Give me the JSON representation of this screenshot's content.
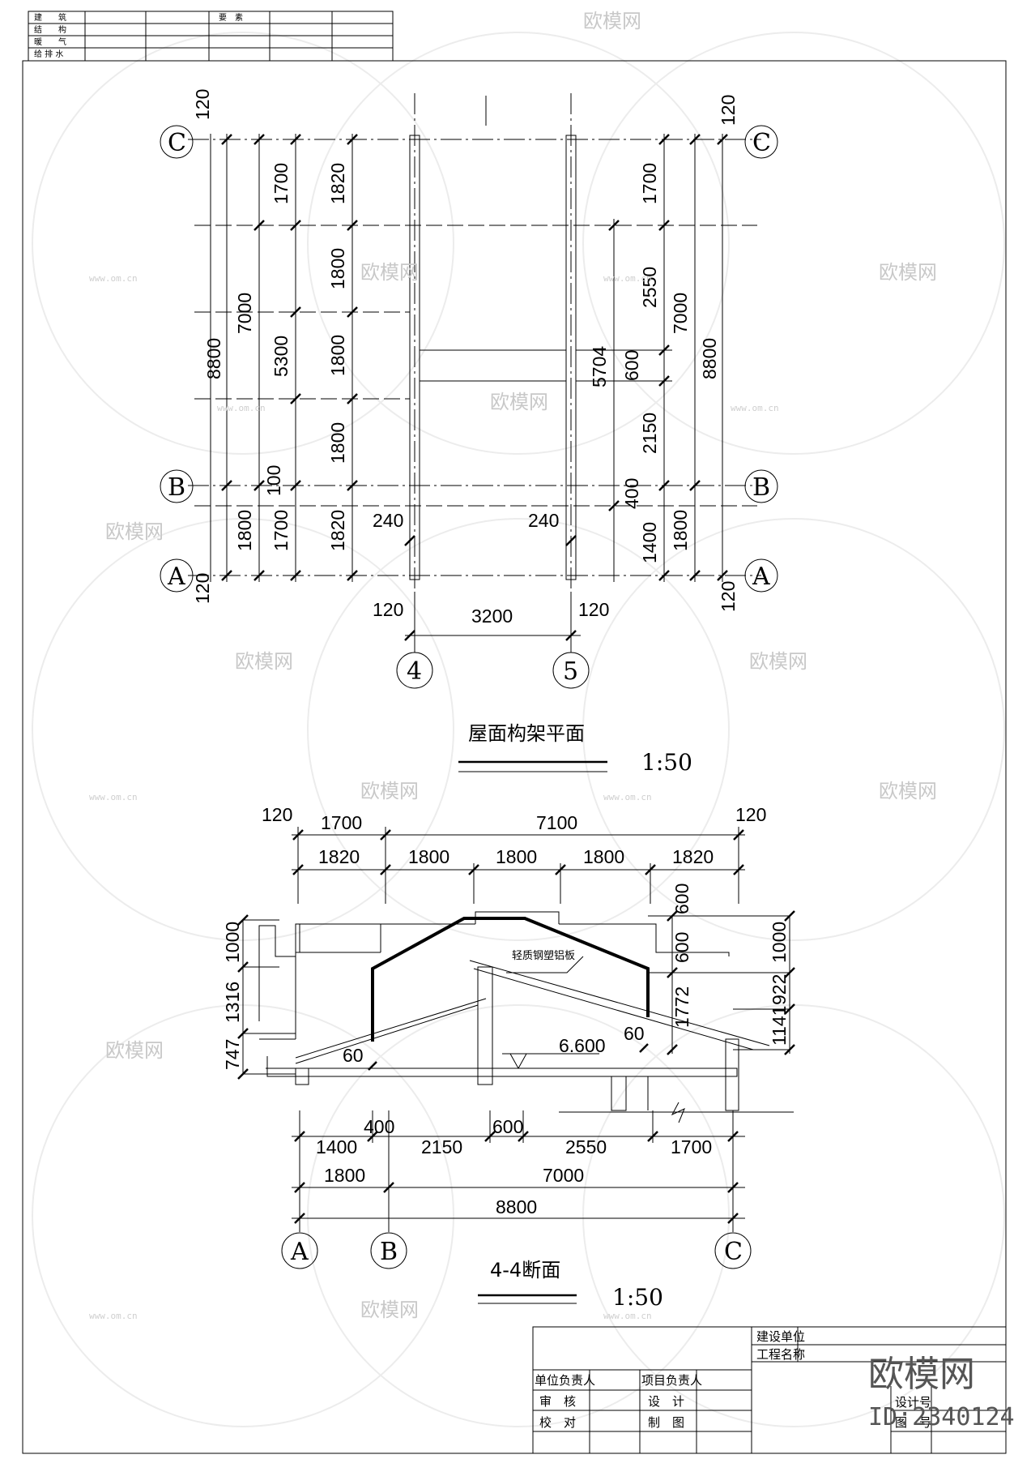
{
  "drawing_list": {
    "rows": [
      "建　　筑",
      "结　　构",
      "暖　　气",
      "给 排 水"
    ],
    "header_extra": "要　素"
  },
  "plan": {
    "title": "屋面构架平面",
    "scale": "1:50",
    "axes": {
      "c": "C",
      "b": "B",
      "a": "A",
      "ax4": "4",
      "ax5": "5"
    },
    "dims": {
      "d120": "120",
      "d1700": "1700",
      "d1820": "1820",
      "d1800": "1800",
      "d7000": "7000",
      "d8800": "8800",
      "d5300": "5300",
      "d100": "100",
      "d2550": "2550",
      "d5704": "5704",
      "d600": "600",
      "d2150": "2150",
      "d400": "400",
      "d1400": "1400",
      "d240": "240",
      "d3200": "3200"
    }
  },
  "section": {
    "title": "4-4断面",
    "scale": "1:50",
    "material_note": "轻质钢塑铝板",
    "level": "6.600",
    "axes": {
      "a": "A",
      "b": "B",
      "c": "C"
    },
    "dims": {
      "d120": "120",
      "d1700": "1700",
      "d7100": "7100",
      "d1820": "1820",
      "d1800": "1800",
      "d1000": "1000",
      "d1316": "1316",
      "d747": "747",
      "d600": "600",
      "d1772": "1772",
      "d922": "922",
      "d1141": "1141",
      "d60": "60",
      "d400": "400",
      "d1400": "1400",
      "d2150": "2150",
      "d2550": "2550",
      "d7000": "7000",
      "d8800": "8800"
    }
  },
  "title_block": {
    "construction_unit": "建设单位",
    "project_name": "工程名称",
    "unit_head": "单位负责人",
    "project_head": "项目负责人",
    "review": "审　核",
    "design": "设　计",
    "check": "校　对",
    "drafting": "制　图",
    "design_no": "设计号",
    "drawing_no": "图　号"
  },
  "watermark": {
    "brand": "欧模网",
    "site": "www.om.cn",
    "id": "ID:2340124"
  }
}
